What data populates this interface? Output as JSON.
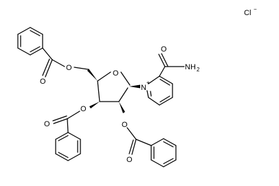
{
  "counter_ion": {
    "symbol": "Cl",
    "charge": "−"
  },
  "ring_oxygen": "O",
  "pyridinium": {
    "nitrogen": "N",
    "charge": "+"
  },
  "amide": {
    "carbonyl_oxygen": "O",
    "amine_prefix": "NH",
    "amine_subscript": "2"
  },
  "ester_oxygens": [
    "O",
    "O",
    "O",
    "O",
    "O",
    "O"
  ]
}
